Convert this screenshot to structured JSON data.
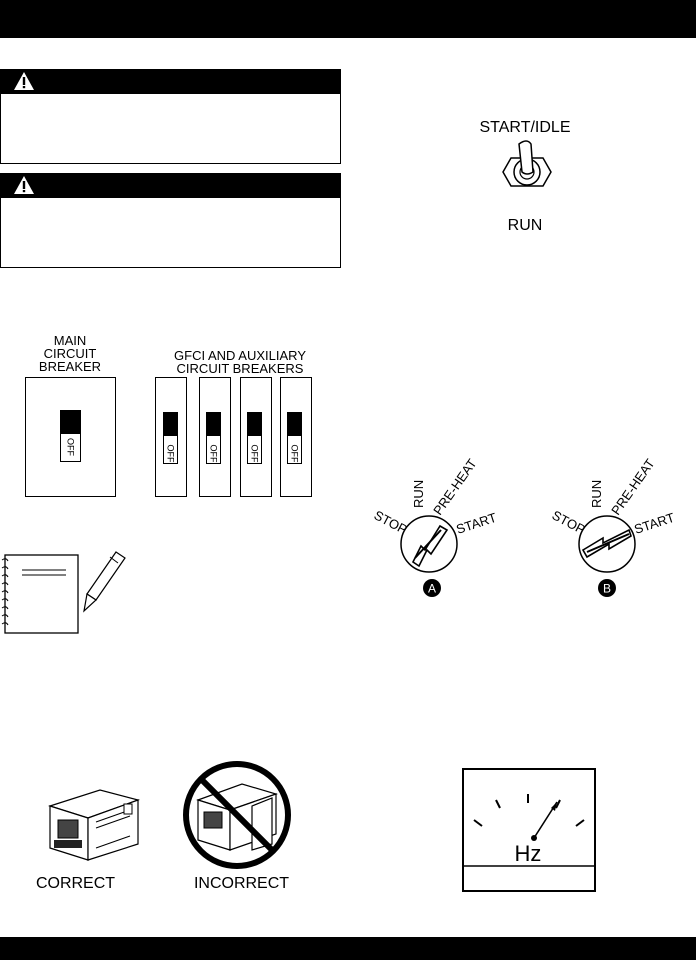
{
  "breakers": {
    "main_label_lines": [
      "MAIN",
      "CIRCUIT",
      "BREAKER"
    ],
    "aux_label_lines": [
      "GFCI AND AUXILIARY",
      "CIRCUIT BREAKERS"
    ],
    "switch_label": "OFF"
  },
  "toggle": {
    "top_label": "START/IDLE",
    "bottom_label": "RUN"
  },
  "key_switch": {
    "positions": [
      "STOP",
      "RUN",
      "PRE-HEAT",
      "START"
    ],
    "callouts": [
      "A",
      "B"
    ]
  },
  "placement": {
    "correct_label": "CORRECT",
    "incorrect_label": "INCORRECT"
  },
  "meter": {
    "unit_label": "Hz"
  }
}
